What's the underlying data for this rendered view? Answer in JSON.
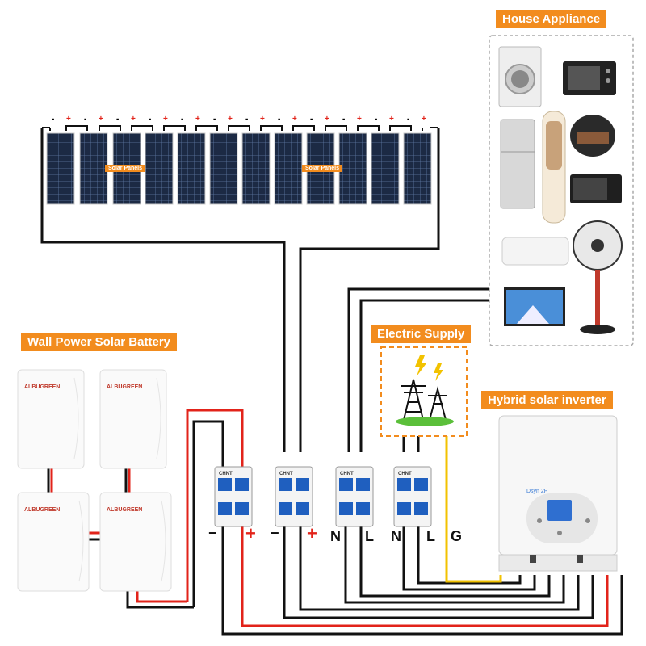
{
  "labels": {
    "house_appliance": "House Appliance",
    "solar_panels_1": "Solar Panels",
    "solar_panels_2": "Solar Panels",
    "wall_battery": "Wall Power Solar Battery",
    "electric_supply": "Electric Supply",
    "hybrid_inverter": "Hybrid solar inverter"
  },
  "battery_brand": "ALBUGREEN",
  "breaker_brand": "CHNT",
  "inverter_brand": "Dsyn 2P",
  "terminals": {
    "minus_1": "−",
    "plus_1": "+",
    "minus_2": "−",
    "plus_2": "+",
    "n_1": "N",
    "l_1": "L",
    "n_2": "N",
    "l_2": "L",
    "g": "G"
  },
  "panel_polarity": {
    "minus": "-",
    "plus": "+"
  },
  "colors": {
    "accent": "#f28c1e",
    "wire_black": "#111111",
    "wire_red": "#e2231a",
    "wire_yellow": "#f2c200",
    "breaker_blue": "#1f5fbf"
  },
  "icons": [
    "washing-machine-icon",
    "oven-icon",
    "refrigerator-icon",
    "air-conditioner-tower-icon",
    "rice-cooker-icon",
    "microwave-icon",
    "wall-ac-icon",
    "fan-icon",
    "tv-icon",
    "transmission-tower-icon",
    "lightning-icon"
  ]
}
